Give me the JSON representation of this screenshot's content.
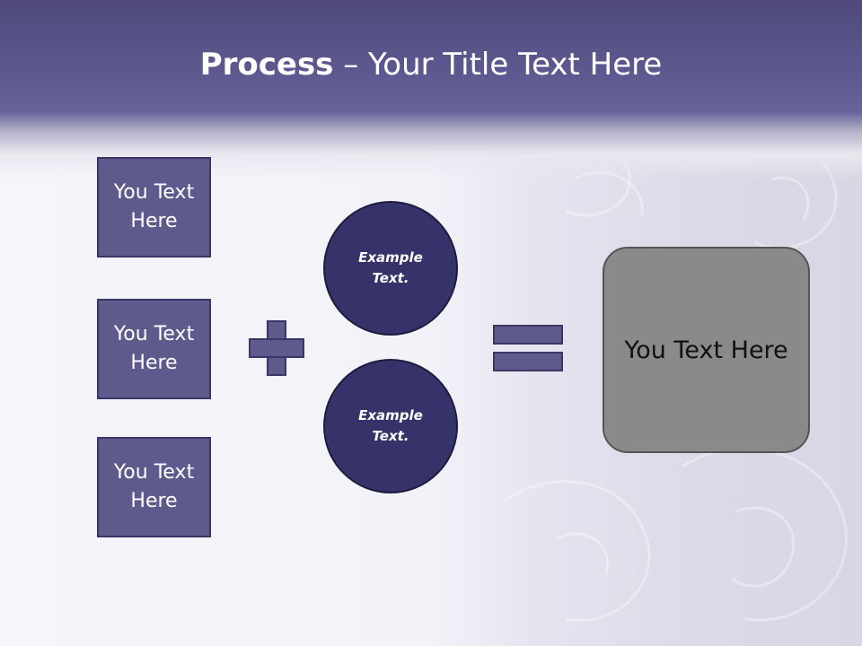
{
  "title": {
    "bold": "Process",
    "rest": " – Your Title Text Here"
  },
  "inputs": [
    {
      "label": "You Text Here"
    },
    {
      "label": "You Text Here"
    },
    {
      "label": "You Text Here"
    }
  ],
  "circles": [
    {
      "label": "Example Text."
    },
    {
      "label": "Example Text."
    }
  ],
  "result": {
    "label": "You Text Here"
  },
  "colors": {
    "header": "#5d5990",
    "box_fill": "#5e5a8c",
    "circle_fill": "#35336a",
    "result_fill": "#8a8a8a"
  }
}
